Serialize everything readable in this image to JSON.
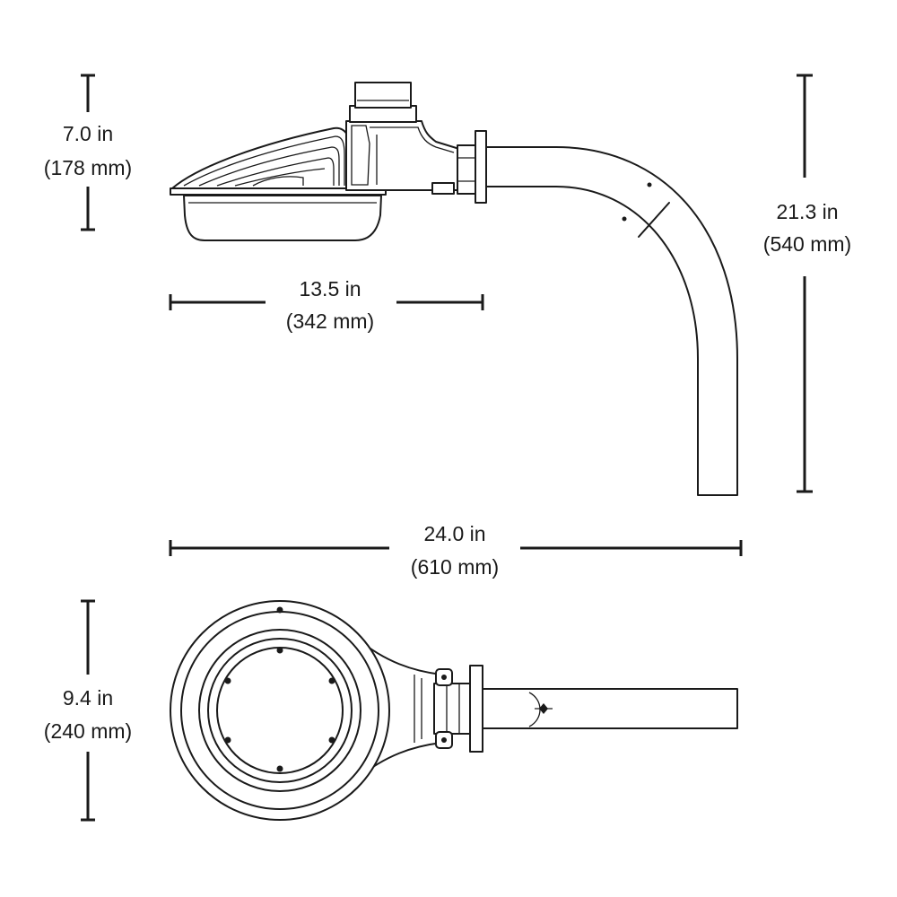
{
  "dimensions": {
    "height_side": {
      "imperial": "7.0 in",
      "metric": "(178 mm)"
    },
    "width_head": {
      "imperial": "13.5 in",
      "metric": "(342 mm)"
    },
    "arm_height": {
      "imperial": "21.3 in",
      "metric": "(540 mm)"
    },
    "overall_length": {
      "imperial": "24.0 in",
      "metric": "(610 mm)"
    },
    "head_diameter": {
      "imperial": "9.4 in",
      "metric": "(240 mm)"
    }
  },
  "colors": {
    "ink": "#1a1a1a",
    "background": "#ffffff"
  }
}
